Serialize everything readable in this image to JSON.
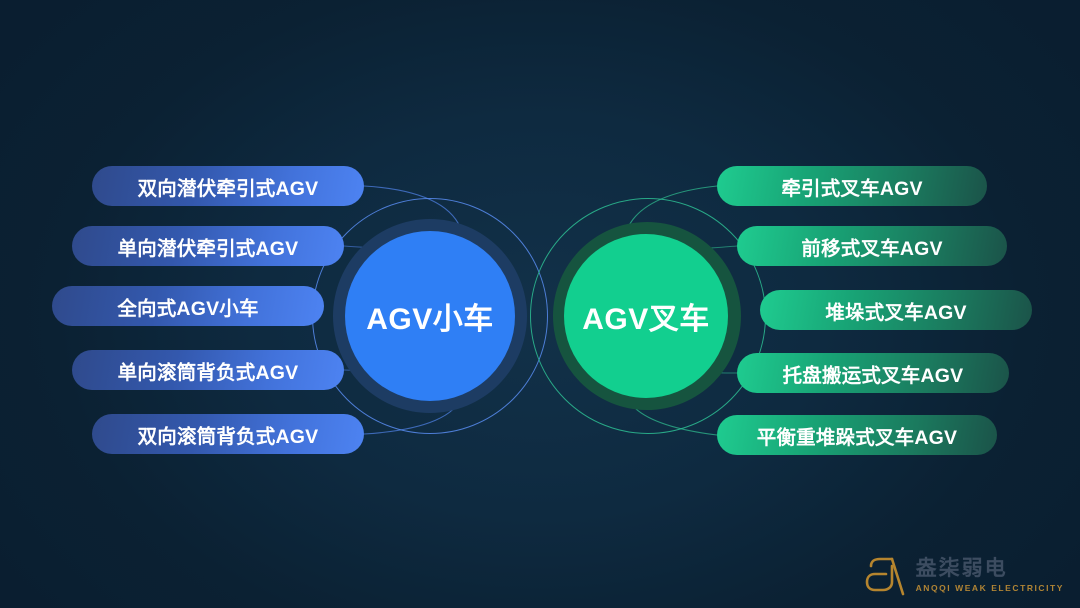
{
  "background": {
    "base_color": "#0a1e30",
    "center_glow_color": "#123149"
  },
  "center_nodes": [
    {
      "id": "agv-cart",
      "label": "AGV小车",
      "accent_color": "#2f7ff5",
      "halo_color": "#1d3c63",
      "ring_color": "#588cf0"
    },
    {
      "id": "agv-forklift",
      "label": "AGV叉车",
      "accent_color": "#12cf8f",
      "halo_color": "#16543f",
      "ring_color": "#2ec496"
    }
  ],
  "left_branch": {
    "parent": "AGV小车",
    "accent_color": "#4d83f2",
    "items": [
      {
        "label": "双向潜伏牵引式AGV"
      },
      {
        "label": "单向潜伏牵引式AGV"
      },
      {
        "label": "全向式AGV小车"
      },
      {
        "label": "单向滚筒背负式AGV"
      },
      {
        "label": "双向滚筒背负式AGV"
      }
    ]
  },
  "right_branch": {
    "parent": "AGV叉车",
    "accent_color": "#1fcc90",
    "items": [
      {
        "label": "牵引式叉车AGV"
      },
      {
        "label": "前移式叉车AGV"
      },
      {
        "label": "堆垛式叉车AGV"
      },
      {
        "label": "托盘搬运式叉车AGV"
      },
      {
        "label": "平衡重堆跺式叉车AGV"
      }
    ]
  },
  "watermark": {
    "brand_cn": "盎柒弱电",
    "brand_en": "ANQQI WEAK ELECTRICITY",
    "mark_color": "#c08b2e",
    "text_color": "#3f4f63"
  }
}
